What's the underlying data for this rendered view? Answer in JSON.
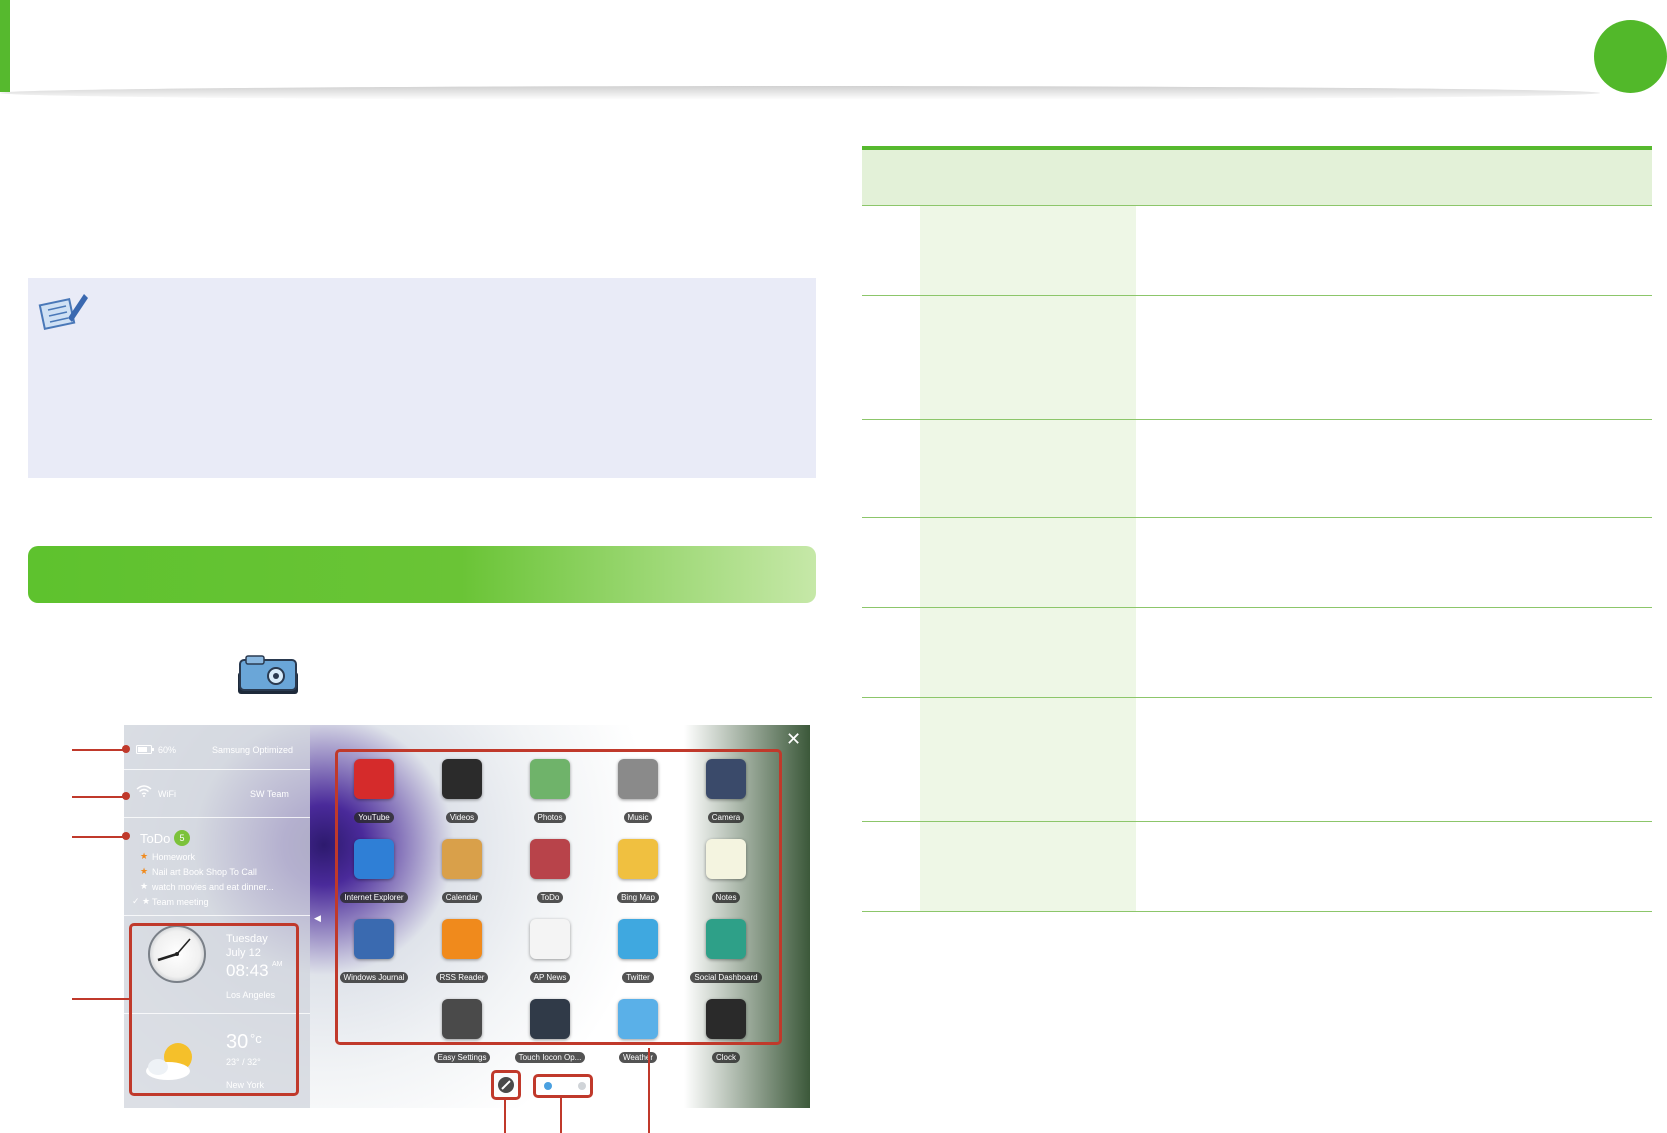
{
  "colors": {
    "accent_green": "#56b92e",
    "note_bg": "#e9ebf7",
    "callout_red": "#c0392b"
  },
  "screen": {
    "status": {
      "battery_pct": "60%",
      "power_mode": "Samsung Optimized",
      "network_label": "WiFi",
      "network_name": "SW Team"
    },
    "todo": {
      "title": "ToDo",
      "count": "5",
      "items": [
        "Homework",
        "Nail art Book Shop To Call",
        "watch movies and eat dinner...",
        "Team meeting"
      ]
    },
    "clock": {
      "day": "Tuesday",
      "date": "July 12",
      "time": "08:43",
      "ampm": "AM",
      "city": "Los Angeles"
    },
    "weather": {
      "temp": "30",
      "unit": "°c",
      "range": "23° / 32°",
      "city": "New York"
    },
    "close_icon": "close-icon",
    "apps": [
      {
        "label": "YouTube",
        "color": "#d52b2b"
      },
      {
        "label": "Videos",
        "color": "#2b2b2b"
      },
      {
        "label": "Photos",
        "color": "#6fb36a"
      },
      {
        "label": "Music",
        "color": "#8a8a8a"
      },
      {
        "label": "Camera",
        "color": "#3a4a6a"
      },
      {
        "label": "Internet Explorer",
        "color": "#2f7fd6"
      },
      {
        "label": "Calendar",
        "color": "#d9a04a"
      },
      {
        "label": "ToDo",
        "color": "#b8434a"
      },
      {
        "label": "Bing Map",
        "color": "#f0c040"
      },
      {
        "label": "Notes",
        "color": "#f4f4e0"
      },
      {
        "label": "Windows Journal",
        "color": "#3a6ab0"
      },
      {
        "label": "RSS Reader",
        "color": "#f08a1c"
      },
      {
        "label": "AP News",
        "color": "#f4f4f4"
      },
      {
        "label": "Twitter",
        "color": "#3fa8e0"
      },
      {
        "label": "Social Dashboard",
        "color": "#2ea088"
      },
      {
        "label": "Easy Settings",
        "color": "#4a4a4a"
      },
      {
        "label": "Touch Iocon Op...",
        "color": "#303a48"
      },
      {
        "label": "Weather",
        "color": "#5ab0e8"
      },
      {
        "label": "Clock",
        "color": "#2a2a2a"
      }
    ]
  }
}
